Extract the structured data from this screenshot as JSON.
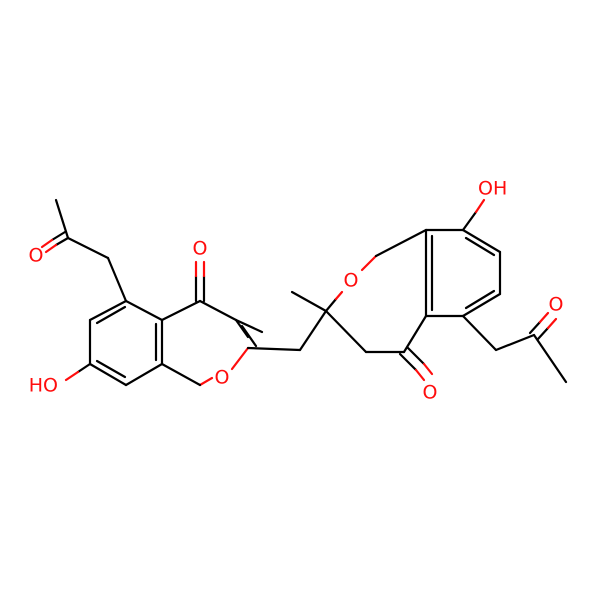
{
  "molecule": {
    "atom_labels": {
      "o_ketone_left": "O",
      "o_ring_left": "O",
      "o_hydroxy_left": "HO",
      "o_acetonyl_left": "O",
      "o_ring_right": "O",
      "o_hydroxy_right": "OH",
      "o_ketone_right": "O",
      "o_acetonyl_right": "O"
    },
    "colors": {
      "bond": "#000000",
      "oxygen": "#ff0d0d",
      "background": "#ffffff"
    }
  }
}
